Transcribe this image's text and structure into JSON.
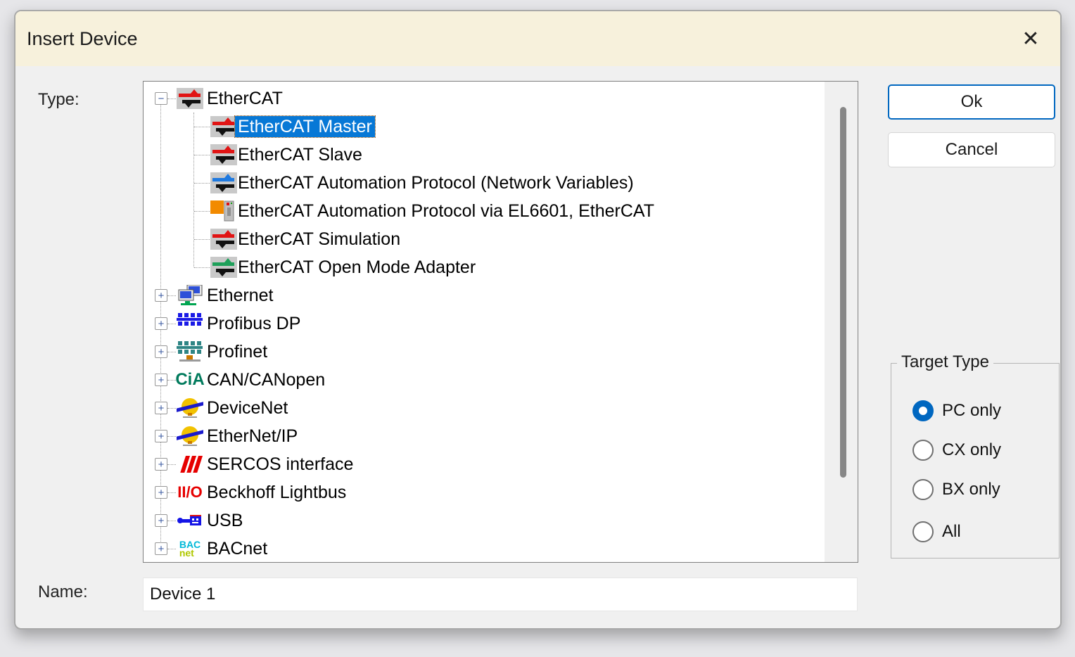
{
  "dialog": {
    "title": "Insert Device",
    "close_glyph": "✕"
  },
  "type_label": "Type:",
  "name_field": {
    "label": "Name:",
    "value": "Device 1"
  },
  "buttons": {
    "ok": "Ok",
    "cancel": "Cancel"
  },
  "target_type": {
    "legend": "Target Type",
    "options": [
      {
        "label": "PC only",
        "selected": true
      },
      {
        "label": "CX only",
        "selected": false
      },
      {
        "label": "BX only",
        "selected": false
      },
      {
        "label": "All",
        "selected": false
      }
    ]
  },
  "tree": {
    "items": [
      {
        "label": "EtherCAT",
        "level": 0,
        "expand": "minus",
        "icon": "ethercat-red",
        "selected": false
      },
      {
        "label": "EtherCAT Master",
        "level": 1,
        "icon": "ethercat-red",
        "selected": true
      },
      {
        "label": "EtherCAT Slave",
        "level": 1,
        "icon": "ethercat-red",
        "selected": false
      },
      {
        "label": "EtherCAT Automation Protocol (Network Variables)",
        "level": 1,
        "icon": "ethercat-blue",
        "selected": false
      },
      {
        "label": "EtherCAT Automation Protocol via EL6601, EtherCAT",
        "level": 1,
        "icon": "el6601-terminal",
        "selected": false
      },
      {
        "label": "EtherCAT Simulation",
        "level": 1,
        "icon": "ethercat-red",
        "selected": false
      },
      {
        "label": "EtherCAT Open Mode Adapter",
        "level": 1,
        "icon": "ethercat-green",
        "selected": false
      },
      {
        "label": "Ethernet",
        "level": 0,
        "expand": "plus",
        "icon": "ethernet-monitors",
        "selected": false
      },
      {
        "label": "Profibus DP",
        "level": 0,
        "expand": "plus",
        "icon": "profibus-network",
        "selected": false
      },
      {
        "label": "Profinet",
        "level": 0,
        "expand": "plus",
        "icon": "profinet-network",
        "selected": false
      },
      {
        "label": "CAN/CANopen",
        "level": 0,
        "expand": "plus",
        "icon": "cia-logo",
        "selected": false
      },
      {
        "label": "DeviceNet",
        "level": 0,
        "expand": "plus",
        "icon": "fieldbus-globe",
        "selected": false
      },
      {
        "label": "EtherNet/IP",
        "level": 0,
        "expand": "plus",
        "icon": "fieldbus-globe",
        "selected": false
      },
      {
        "label": "SERCOS interface",
        "level": 0,
        "expand": "plus",
        "icon": "sercos-bars",
        "selected": false
      },
      {
        "label": "Beckhoff Lightbus",
        "level": 0,
        "expand": "plus",
        "icon": "lightbus-logo",
        "selected": false
      },
      {
        "label": "USB",
        "level": 0,
        "expand": "plus",
        "icon": "usb-plug",
        "selected": false
      },
      {
        "label": "BACnet",
        "level": 0,
        "expand": "plus",
        "icon": "bacnet-logo",
        "selected": false
      }
    ]
  },
  "colors": {
    "selection_blue": "#0778d6",
    "accent_blue": "#0067c0",
    "titlebar_cream": "#f7f1dc",
    "dialog_gray": "#f0f0f0"
  }
}
